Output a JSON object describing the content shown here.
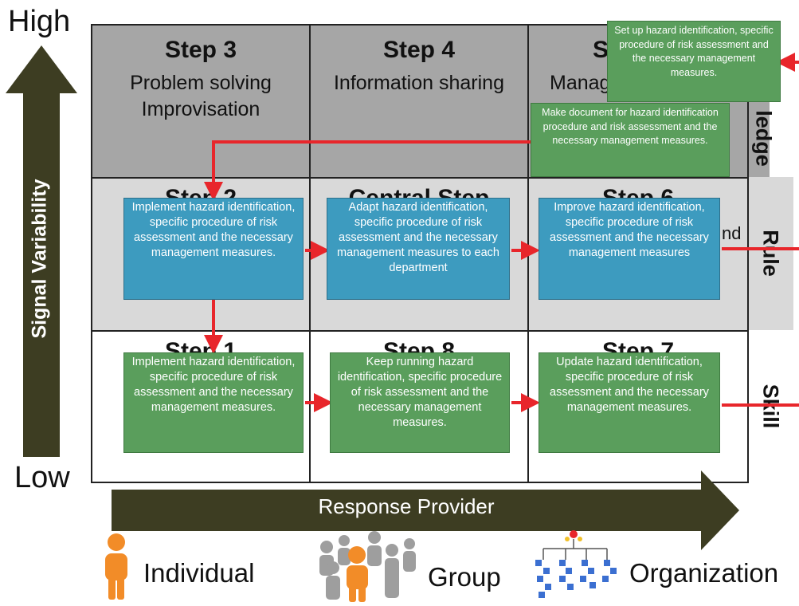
{
  "axis_labels": {
    "high": "High",
    "low": "Low",
    "vertical_axis": "Signal Variability",
    "horizontal_axis": "Response Provider"
  },
  "grid": {
    "row_top": [
      {
        "step": "Step 3",
        "lines": [
          "Problem solving",
          "Improvisation"
        ]
      },
      {
        "step": "Step 4",
        "lines": [
          "Information sharing"
        ]
      },
      {
        "step": "S",
        "lines": [
          "Manag"
        ]
      }
    ],
    "row_middle_hidden": [
      "Step 2",
      "Central Step",
      "Step 6"
    ],
    "row_middle_fragment": "nd",
    "row_bottom_hidden": [
      "Step 1",
      "Step 8",
      "Step 7"
    ],
    "levels": [
      "ledge",
      "Rule",
      "Skill"
    ]
  },
  "boxes": {
    "setup": "Set up hazard identification, specific procedure of risk assessment and the necessary management measures.",
    "document": "Make document for hazard identification procedure and risk assessment and the necessary management measures.",
    "implement_rule": "Implement hazard identification, specific procedure of risk assessment and the necessary management measures.",
    "adapt": "Adapt hazard identification, specific procedure of risk assessment and the necessary management measures to each department",
    "improve": "Improve hazard identification, specific procedure of risk assessment and the necessary management measures",
    "implement_skill": "Implement hazard identification, specific procedure of risk assessment and the necessary management measures.",
    "keep": "Keep running hazard identification, specific procedure of risk assessment and the necessary management measures.",
    "update": "Update hazard identification, specific procedure of risk assessment and the necessary management measures."
  },
  "providers": [
    "Individual",
    "Group",
    "Organization"
  ],
  "colors": {
    "grid_top": "#a6a6a6",
    "grid_middle": "#d9d9d9",
    "box_blue": "#3d9bbf",
    "box_green": "#5a9e5c",
    "arrow_red": "#e8262b",
    "axis_arrow": "#3d3d22",
    "person_orange": "#f28c28",
    "person_gray": "#9e9e9e",
    "org_blue": "#3b6fd1"
  }
}
